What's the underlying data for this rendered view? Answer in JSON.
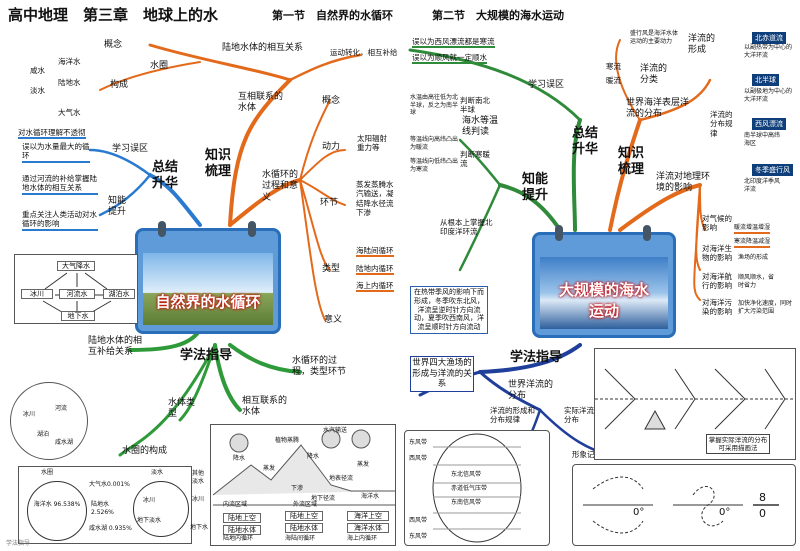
{
  "header": {
    "title": "高中地理　第三章　地球上的水",
    "sec1": "第一节　自然界的水循环",
    "sec2": "第二节　大规模的海水运动"
  },
  "left": {
    "calendar_title": "自然界的水循环",
    "hub": {
      "center": "知识梳理",
      "summary": "总结升华",
      "method": "学法指导"
    },
    "hydrosphere": {
      "label": "水圈",
      "concept": "概念",
      "composition": "构成",
      "items": [
        "海洋水",
        "陆地水",
        "大气水"
      ],
      "lake": [
        "咸水",
        "淡水"
      ]
    },
    "relations": {
      "label": "互相联系的水体",
      "land": "陆地水体的相互关系",
      "land_note": "运动转化，相互补给"
    },
    "cycle": {
      "label": "水循环的过程和意义",
      "concept": "概念",
      "power": "动力",
      "power_note": "太阳辐射重力等",
      "links": "环节",
      "links_note": "蒸发蒸腾水汽输送，凝结降水径流下渗",
      "types": "类型",
      "type_items": [
        "海陆间循环",
        "陆地内循环",
        "海上内循环"
      ],
      "significance": "意义"
    },
    "mistakes": {
      "label": "学习误区",
      "items": [
        "对水循环理解不透彻",
        "误以为水量最大的循环"
      ]
    },
    "ability": {
      "label": "知能提升",
      "items": [
        "通过河流的补给掌握陆地水体的相互关系",
        "重点关注人类活动对水循环的影响"
      ]
    },
    "method": {
      "interrelation": "陆地水体的相互补给关系",
      "related_water": "相互联系的水体",
      "water_types": "水体类型",
      "composition": "水圈的构成",
      "process": "水循环的过程，类型环节"
    },
    "diagram1": {
      "atm": "大气降水",
      "river": "河流水",
      "lake": "湖泊水",
      "ice": "冰川",
      "ground": "地下水"
    },
    "pie_left": {
      "labels": [
        "冰川",
        "河流",
        "湖泊",
        "咸水湖"
      ]
    },
    "pie_main": {
      "ocean_label": "水圈",
      "ocean": "海洋水 96.538%",
      "land_label": "淡水",
      "atm": "大气水0.001%",
      "land": "陆地水 2.526%",
      "salt": "咸水湖 0.935%",
      "ice_label": "冰川",
      "ground_label": "地下淡水",
      "right": [
        "其他淡水",
        "冰川",
        "地下水"
      ]
    },
    "cycle_diagram": {
      "labels": [
        "降水",
        "蒸发",
        "水汽输送",
        "降水",
        "蒸发",
        "植物蒸腾",
        "地表径流",
        "下渗",
        "地下径流",
        "海洋水",
        "陆地上空"
      ],
      "region": [
        "内流区域",
        "外流区域"
      ],
      "flow_boxes": [
        "陆地上空",
        "陆地上空",
        "陆地水体",
        "陆地水体",
        "海洋上空",
        "海洋水体"
      ],
      "captions": [
        "陆地内循环",
        "海陆间循环",
        "海上内循环"
      ]
    }
  },
  "right": {
    "calendar_title": "大规模的海水运动",
    "hub": {
      "center": "知识梳理",
      "summary": "总结升华",
      "ability": "知能提升",
      "method": "学法指导"
    },
    "mistakes": {
      "label": "学习误区",
      "items": [
        "误以为西风漂流都是寒流",
        "误以为顺风就一定顺水"
      ]
    },
    "warm_cold": {
      "label": "海水等温线判读",
      "n": "判断南北半球",
      "w": "判断寒暖流",
      "notes": [
        "水温由高往低为北半球，反之为南半球",
        "等温线向高纬凸出为暖流",
        "等温线向低纬凸出为寒流"
      ]
    },
    "grasp": "从根本上掌握北印度洋环流",
    "grasp_note": "在热带季风的影响下而形成，冬季吹东北风，洋流呈逆时针方向流动，夏季吹西南风，洋流呈顺时针方向流动",
    "surface": {
      "label": "世界海洋表层洋流的分布",
      "form": "洋流的形成",
      "form_note": "盛行风是海洋水体运动的主要动力",
      "types": "洋流的分类",
      "cold": "寒流",
      "warm": "暖流",
      "law": "洋流的分布规律",
      "law_items": [
        "北赤道流",
        "以副热带为中心的大洋环流",
        "北半球",
        "以副极地为中心的大洋环流",
        "西风漂流",
        "南半球中高纬海区",
        "冬季盛行风",
        "北印度洋季风洋流"
      ]
    },
    "effect": {
      "label": "洋流对地理环境的影响",
      "climate": "对气候的影响",
      "climate_items": [
        "暖流增温增湿",
        "寒流降温减湿"
      ],
      "bio": "对海洋生物的影响",
      "bio_item": "渔场的形成",
      "ship": "对海洋航行的影响",
      "ship_item": "顺风顺水，省时省力",
      "pollution": "对海洋污染的影响",
      "pollution_item": "加快净化速度，同时扩大污染范围"
    },
    "method": {
      "fisheries": "世界四大渔场的形成与洋流的关系",
      "distribution": "世界洋流的分布",
      "formation": "洋流的形成和分布规律",
      "actual": "实际洋流的分布",
      "memory": "形象记忆洋流模式",
      "note": "掌握实际洋流的分布可采用描画法"
    },
    "bands": [
      "东风带",
      "西风带",
      "东北信风带",
      "赤道低气压带",
      "东南信风带",
      "西风带",
      "东风带"
    ],
    "digits": [
      "0°",
      "0°",
      "8",
      "0"
    ]
  },
  "footer": "学法指导"
}
